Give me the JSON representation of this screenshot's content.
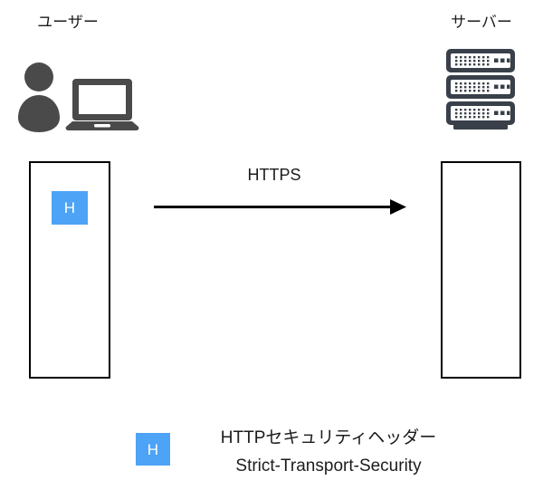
{
  "diagram": {
    "title_user": "ユーザー",
    "title_server": "サーバー",
    "protocol_label": "HTTPS",
    "header_chip_letter": "H",
    "legend": {
      "chip_letter": "H",
      "line1": "HTTPセキュリティヘッダー",
      "line2": "Strict-Transport-Security"
    },
    "colors": {
      "chip_blue": "#4da3f5",
      "icon_gray": "#4a4a4a",
      "server_gray": "#39404a",
      "stroke_black": "#000000",
      "text": "#1c1c1c",
      "background": "#ffffff"
    },
    "icons": {
      "user": "person-laptop-icon",
      "server": "server-rack-icon",
      "arrow": "right-arrow-icon"
    }
  }
}
